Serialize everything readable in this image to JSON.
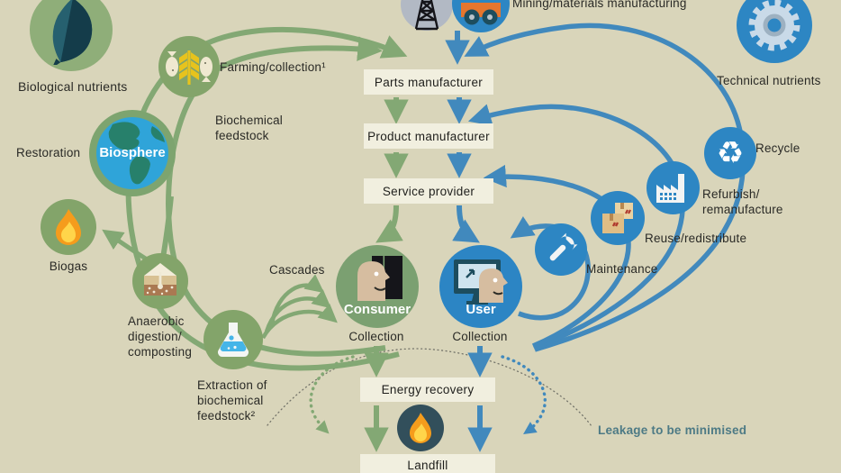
{
  "title": "Circular economy butterfly diagram",
  "colors": {
    "background": "#d9d5ba",
    "bio_green_node": "#83a46a",
    "tech_blue_node": "#2d86c3",
    "arrow_green": "#83a874",
    "arrow_blue": "#4189bd",
    "box_bg": "#f1efdf",
    "text": "#2a2a26",
    "leakage_text": "#4d7a85",
    "flame_circle": "#324f5b",
    "mining_gray": "#b2b9c4"
  },
  "nodes": {
    "biological_nutrients": {
      "label": "Biological nutrients"
    },
    "farming": {
      "label": "Farming/collection¹"
    },
    "biochemical_feedstock": {
      "lines": [
        "Biochemical",
        "feedstock"
      ]
    },
    "restoration": {
      "label": "Restoration"
    },
    "biosphere": {
      "label": "Biosphere"
    },
    "biogas": {
      "label": "Biogas"
    },
    "anaerobic": {
      "lines": [
        "Anaerobic",
        "digestion/",
        "composting"
      ]
    },
    "extraction": {
      "lines": [
        "Extraction of",
        "biochemical",
        "feedstock²"
      ]
    },
    "cascades": {
      "label": "Cascades"
    },
    "mining": {
      "label": "Mining/materials manufacturing"
    },
    "parts_manufacturer": {
      "label": "Parts manufacturer"
    },
    "product_manufacturer": {
      "label": "Product manufacturer"
    },
    "service_provider": {
      "label": "Service provider"
    },
    "consumer": {
      "label": "Consumer"
    },
    "user": {
      "label": "User"
    },
    "collection_left": {
      "label": "Collection"
    },
    "collection_right": {
      "label": "Collection"
    },
    "energy_recovery": {
      "label": "Energy recovery"
    },
    "landfill": {
      "label": "Landfill"
    },
    "technical_nutrients": {
      "label": "Technical nutrients"
    },
    "recycle": {
      "label": "Recycle"
    },
    "refurbish": {
      "lines": [
        "Refurbish/",
        "remanufacture"
      ]
    },
    "reuse": {
      "label": "Reuse/redistribute"
    },
    "maintenance": {
      "label": "Maintenance"
    },
    "leakage": {
      "label": "Leakage to be minimised"
    }
  }
}
